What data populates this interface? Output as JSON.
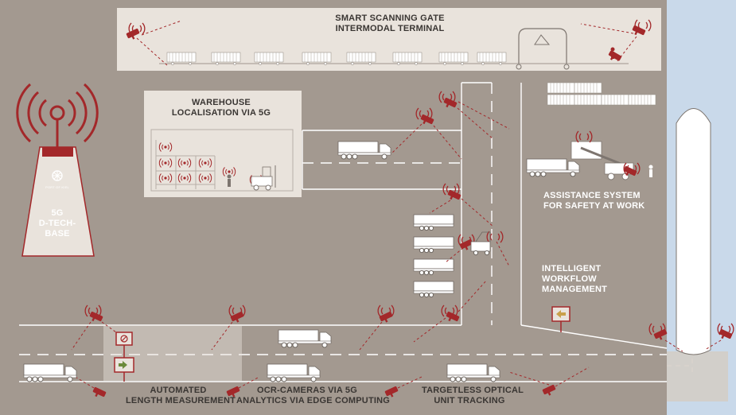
{
  "colors": {
    "background": "#a39990",
    "panel": "#e9e3dc",
    "accent_red": "#a3282a",
    "water": "#c9d9ea",
    "white": "#ffffff"
  },
  "labels": {
    "gate": [
      "SMART SCANNING GATE",
      "INTERMODAL TERMINAL"
    ],
    "warehouse": [
      "WAREHOUSE",
      "LOCALISATION VIA 5G"
    ],
    "tower": [
      "5G",
      "D-TECH-",
      "BASE"
    ],
    "tower_logo": "PORT OF KIEL",
    "assistance": [
      "ASSISTANCE SYSTEM",
      "FOR SAFETY AT WORK"
    ],
    "workflow": [
      "INTELLIGENT",
      "WORKFLOW",
      "MANAGEMENT"
    ],
    "length": [
      "AUTOMATED",
      "LENGTH MEASUREMENT"
    ],
    "ocr": [
      "OCR-CAMERAS VIA 5G",
      "ANALYTICS VIA EDGE COMPUTING"
    ],
    "tracking": [
      "TARGETLESS OPTICAL",
      "UNIT TRACKING"
    ]
  },
  "icons": [
    "cell-tower-icon",
    "camera-icon",
    "signal-waves-icon",
    "truck-icon",
    "trailer-icon",
    "container-stack-icon",
    "crane-icon",
    "forklift-icon",
    "ship-icon",
    "person-icon",
    "traffic-sign-icon"
  ]
}
